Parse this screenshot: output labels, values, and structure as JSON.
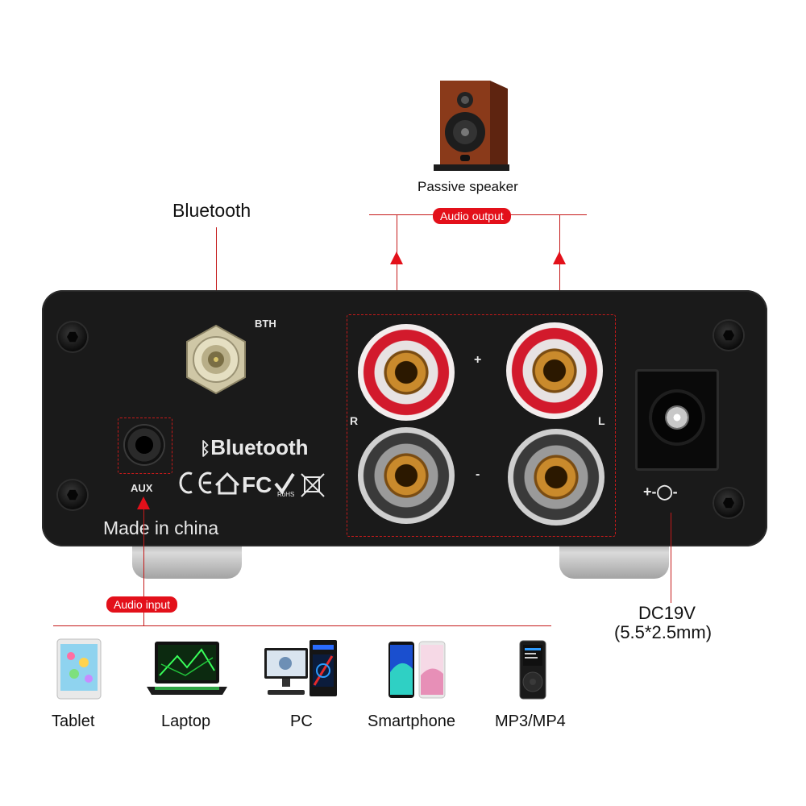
{
  "speaker": {
    "label": "Passive speaker"
  },
  "bluetooth": {
    "label": "Bluetooth"
  },
  "badges": {
    "audio_output": "Audio output",
    "audio_input": "Audio input"
  },
  "amp_panel": {
    "bth": "BTH",
    "bluetooth_logo": "Bluetooth",
    "aux": "AUX",
    "made_in": "Made in china",
    "plus": "+",
    "minus": "-",
    "right": "R",
    "left": "L",
    "power_polarity": "+-◯-"
  },
  "power": {
    "line1": "DC19V",
    "line2": "(5.5*2.5mm)"
  },
  "devices": [
    {
      "label": "Tablet",
      "icon": "tablet-icon"
    },
    {
      "label": "Laptop",
      "icon": "laptop-icon"
    },
    {
      "label": "PC",
      "icon": "pc-icon"
    },
    {
      "label": "Smartphone",
      "icon": "smartphone-icon"
    },
    {
      "label": "MP3/MP4",
      "icon": "mp3-player-icon"
    }
  ],
  "colors": {
    "accent_red": "#e3101a",
    "line_red": "#c51a1a",
    "panel": "#1a1a1a"
  }
}
